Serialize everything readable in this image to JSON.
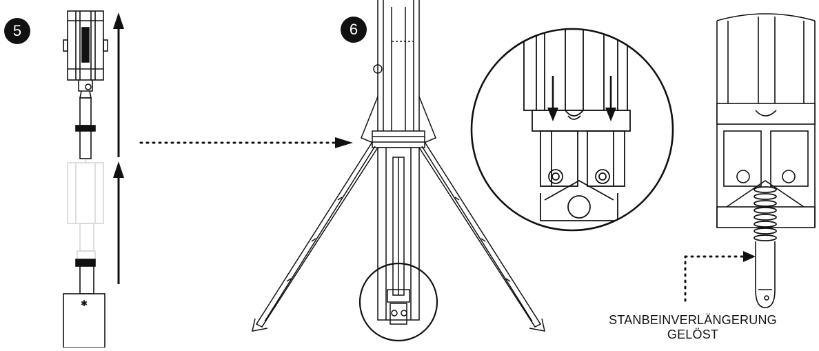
{
  "steps": {
    "step5": "5",
    "step6": "6"
  },
  "callout": {
    "line1": "STANBEINVERLÄNGERUNG",
    "line2": "GELÖST"
  },
  "icons": {
    "step5_parts": [
      "lift-head-icon",
      "tube-icon",
      "arrow-up-icon"
    ],
    "step6_parts": [
      "tripod-icon",
      "magnifier-circle-icon",
      "arrow-down-icon",
      "threaded-rod-icon"
    ]
  },
  "colors": {
    "ink": "#111111",
    "ghost": "#d8d8d8",
    "paper": "#ffffff"
  }
}
